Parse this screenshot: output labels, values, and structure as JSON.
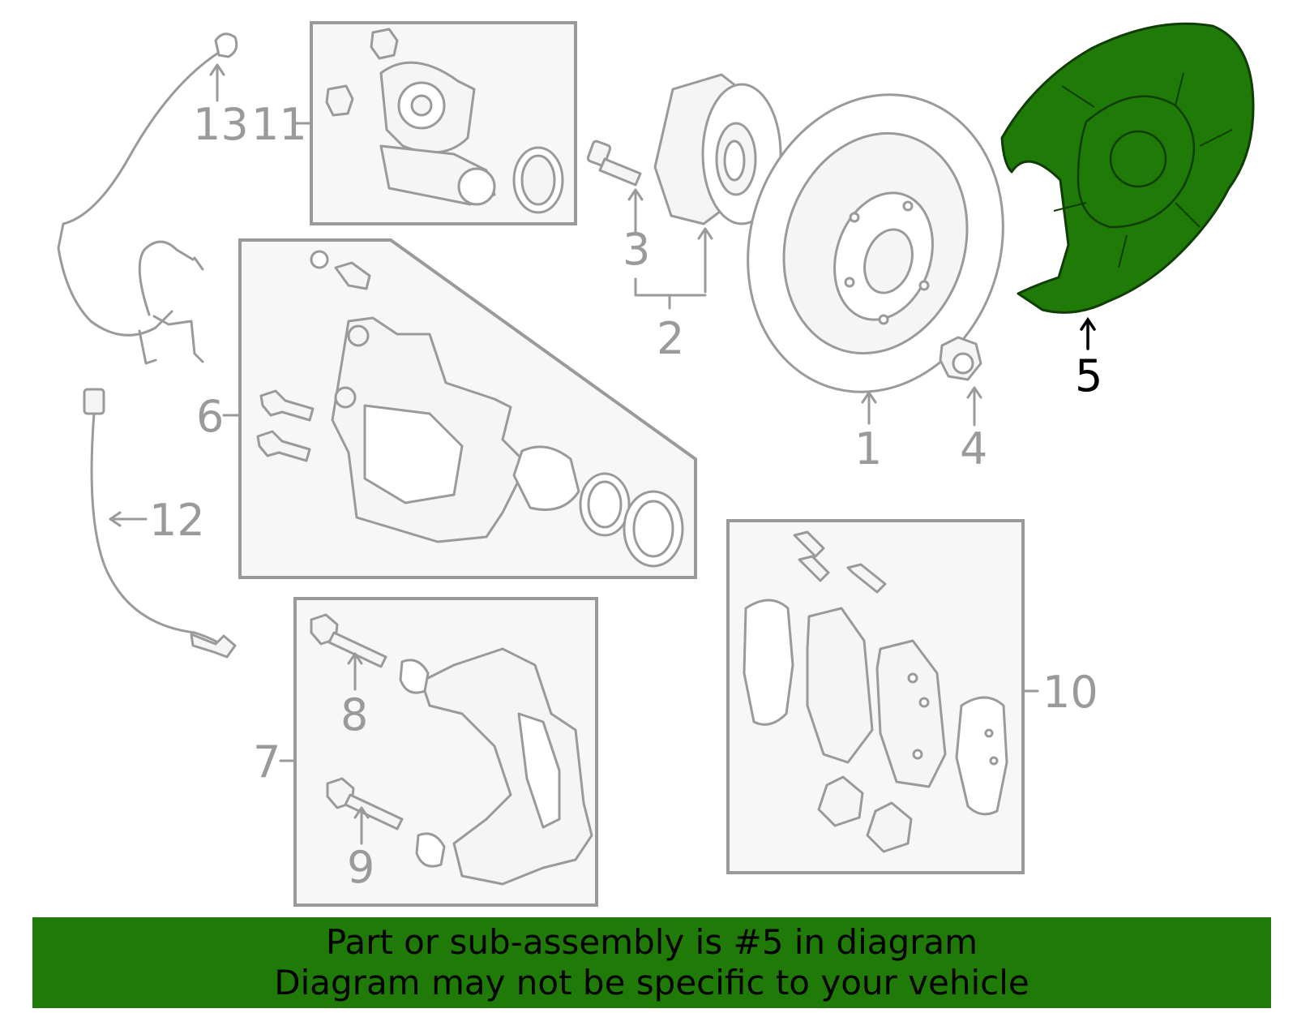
{
  "diagram": {
    "highlight_color": "#207a07",
    "highlighted_part": "5",
    "callouts": {
      "c1": "1",
      "c2": "2",
      "c3": "3",
      "c4": "4",
      "c5": "5",
      "c6": "6",
      "c7": "7",
      "c8": "8",
      "c9": "9",
      "c10": "10",
      "c11": "11",
      "c12": "12",
      "c13": "13"
    }
  },
  "banner": {
    "line1": "Part or sub-assembly is #5 in diagram",
    "line2": "Diagram may not be specific to your vehicle"
  }
}
